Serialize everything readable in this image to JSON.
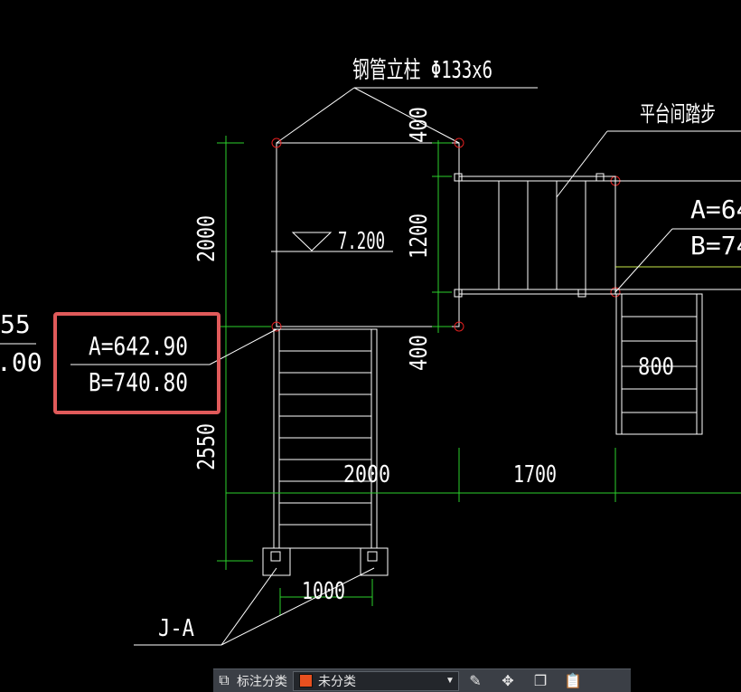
{
  "drawing": {
    "steel_column_label": "钢管立柱 Φ133x6",
    "platform_step_label": "平台间踏步",
    "level_mark": "7.200",
    "annotation_highlighted": {
      "a": "A=642.90",
      "b": "B=740.80"
    },
    "annotation_right_partial": {
      "a": "A=64",
      "b": "B=74"
    },
    "annotation_left_partial": {
      "a": "55",
      "b": ".00"
    },
    "foundation_label": "J-A",
    "highlight_color": "#e05a5a",
    "dimension_color": "#2bd12b",
    "dimensions": {
      "d2000_vertical": "2000",
      "d2550_vertical": "2550",
      "d400_top": "400",
      "d1200": "1200",
      "d400_bottom": "400",
      "d2000_horizontal": "2000",
      "d1700": "1700",
      "d1000": "1000",
      "d800": "800"
    }
  },
  "toolbar": {
    "category_label": "标注分类",
    "category_value": "未分类",
    "icons": [
      "layers-icon",
      "edit-icon",
      "move-icon",
      "copy-icon",
      "paste-icon"
    ]
  }
}
